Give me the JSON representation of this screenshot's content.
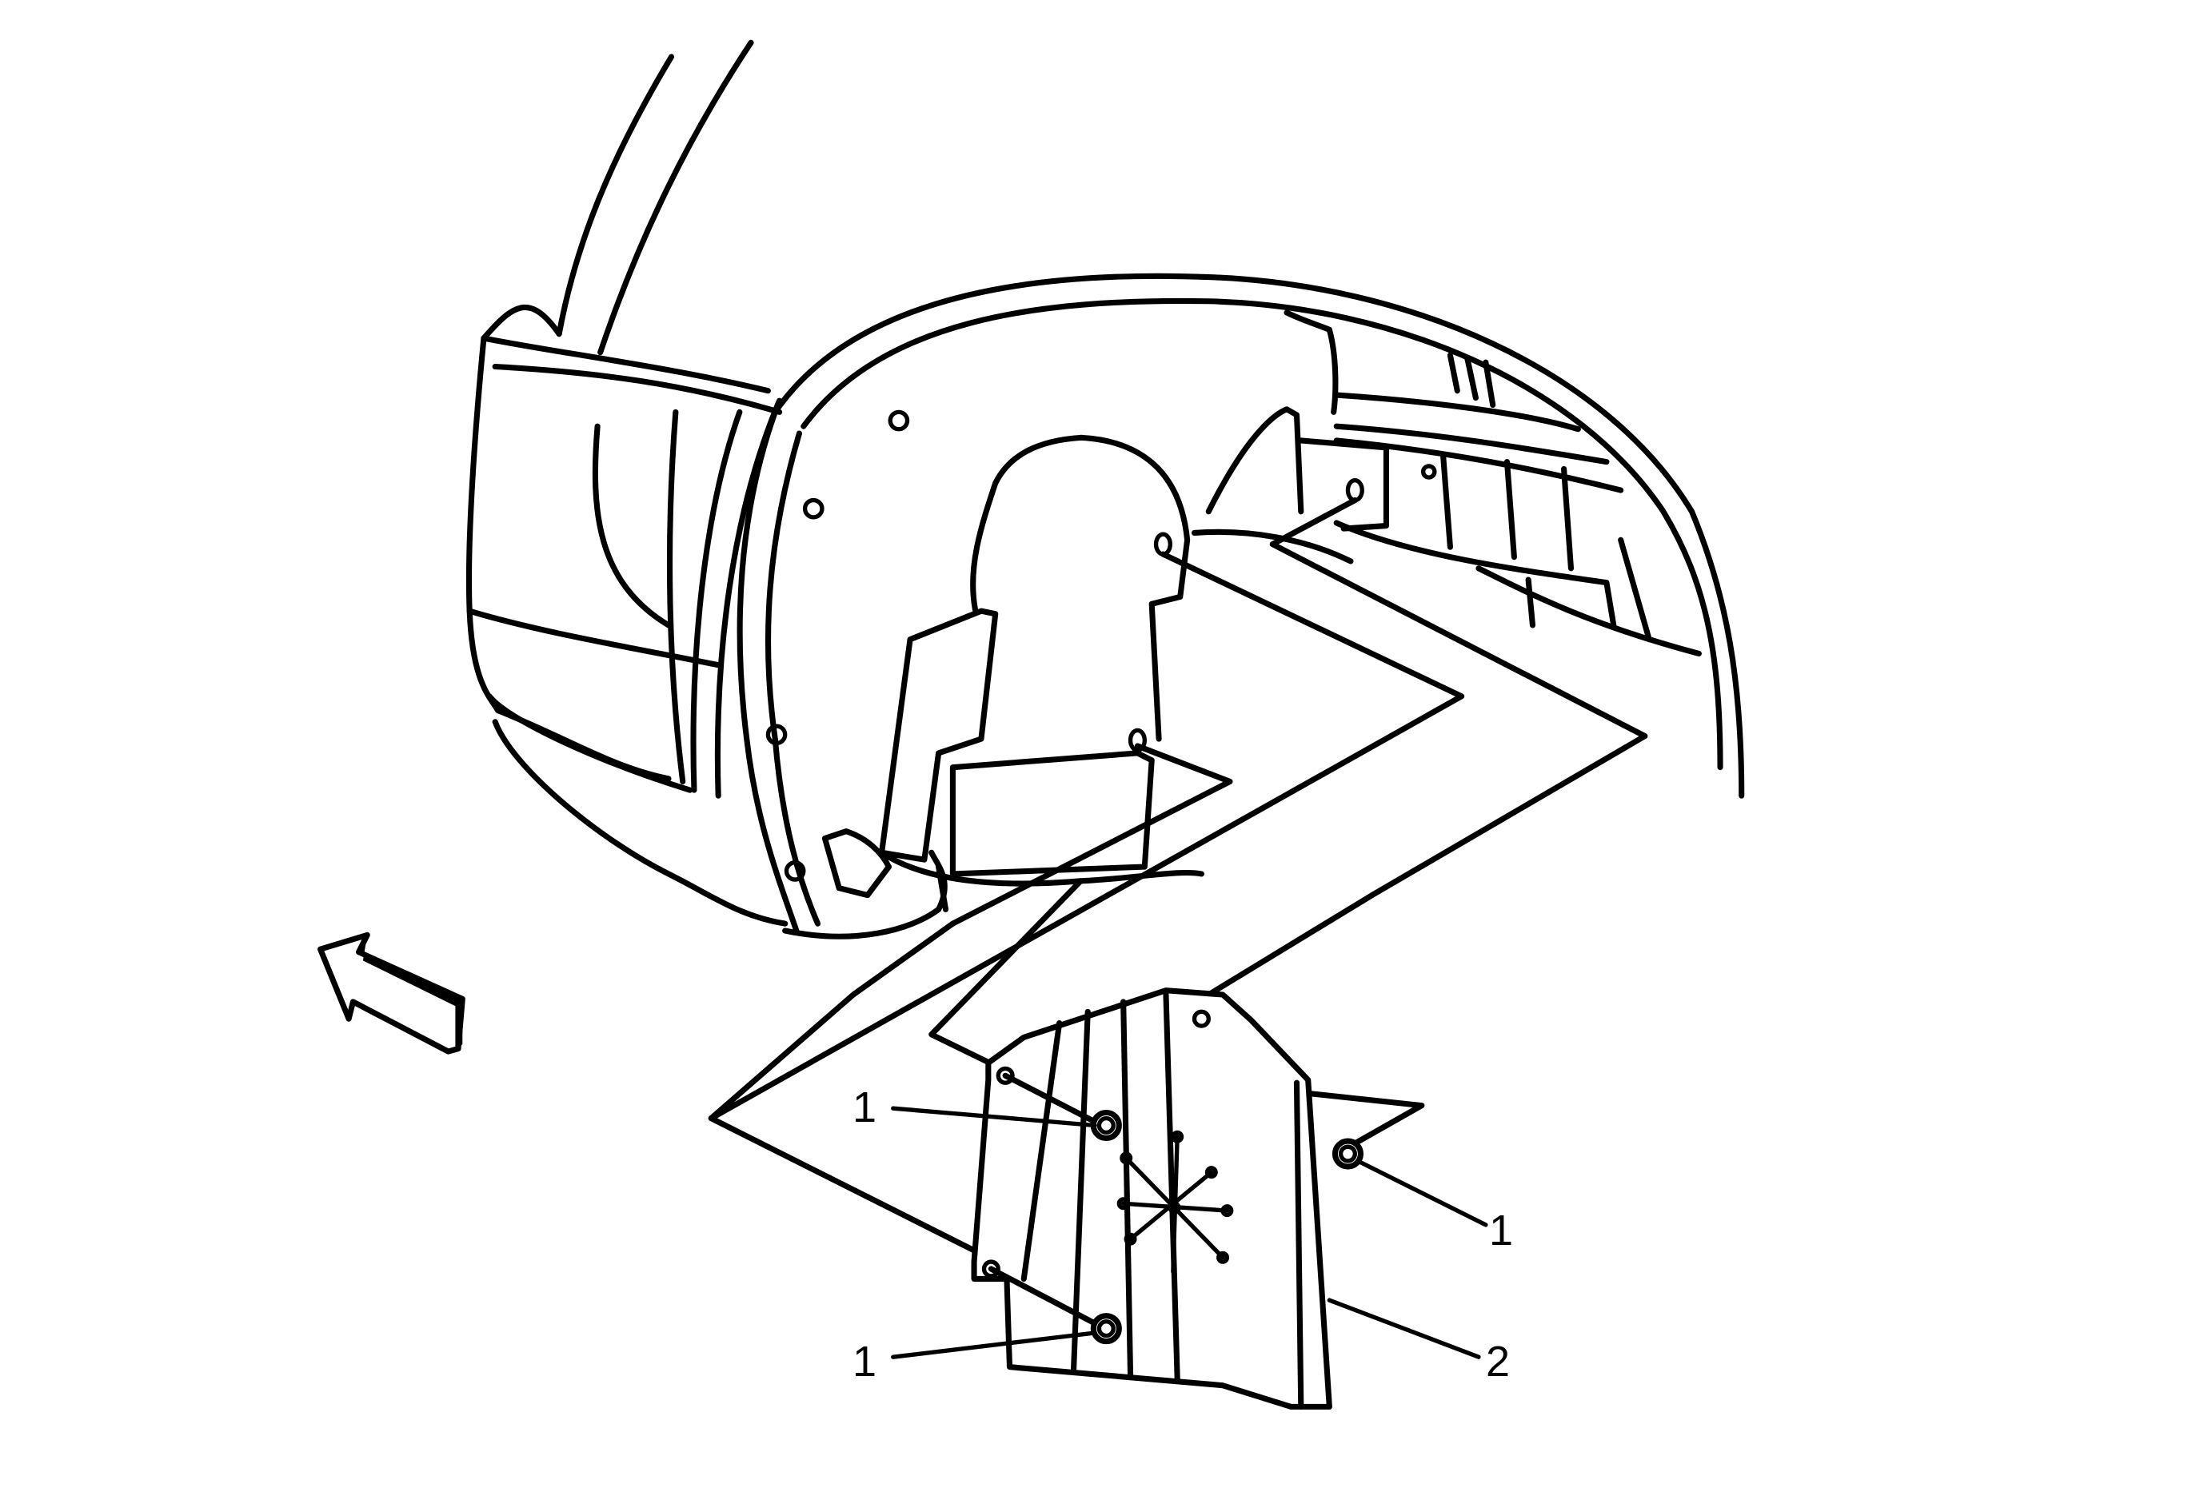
{
  "callouts": [
    {
      "id": "fastener-upper-left",
      "label": "1"
    },
    {
      "id": "fastener-right",
      "label": "1"
    },
    {
      "id": "fastener-lower-left",
      "label": "1"
    },
    {
      "id": "splash-shield",
      "label": "2"
    }
  ],
  "direction_arrow": {
    "icon": "front-direction-arrow-icon"
  },
  "colors": {
    "line": "#000000",
    "background": "#ffffff"
  }
}
